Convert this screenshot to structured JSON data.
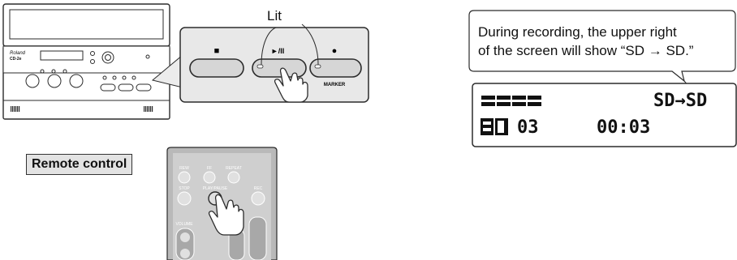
{
  "lit_label": "Lit",
  "device": {
    "brand_text": "Roland",
    "model_text": "CD-2e",
    "buttons": [
      {
        "symbol": "■",
        "label": ""
      },
      {
        "symbol": "►/II",
        "label": ""
      },
      {
        "symbol": "●",
        "label": "MARKER"
      }
    ]
  },
  "remote": {
    "caption": "Remote control",
    "button_labels": [
      "REW",
      "FF",
      "REPEAT",
      "STOP",
      "PLAY/PAUSE",
      "REC",
      "VOLUME"
    ]
  },
  "note": {
    "line1": "During recording, the upper right",
    "line2": "of the screen will show “SD → SD.”"
  },
  "display": {
    "top_right": "SD→SD",
    "track_number": "03",
    "time": "00:03"
  },
  "colors": {
    "panel": "#e8e8e8",
    "button": "#d6d6d6",
    "remote_body": "#b9b9b9",
    "outline": "#2b2b2b"
  }
}
